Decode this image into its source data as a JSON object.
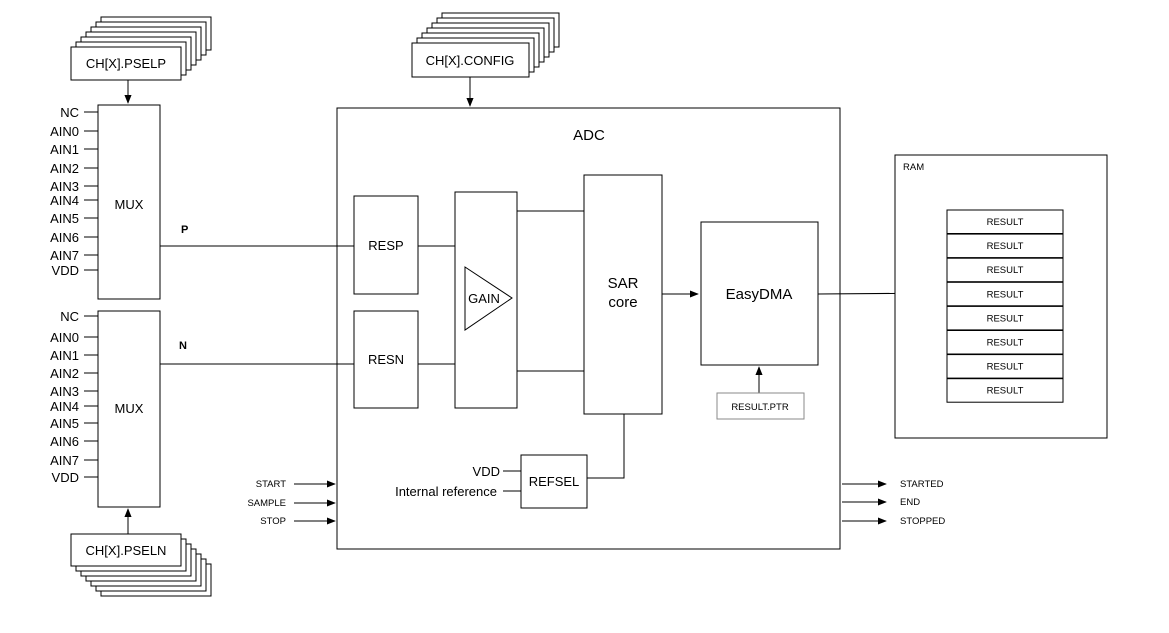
{
  "labels": {
    "pselp": "CH[X].PSELP",
    "pseln": "CH[X].PSELN",
    "config": "CH[X].CONFIG",
    "adc": "ADC",
    "mux": "MUX",
    "p": "P",
    "n": "N",
    "resp": "RESP",
    "resn": "RESN",
    "gain": "GAIN",
    "sar_line1": "SAR",
    "sar_line2": "core",
    "easydma": "EasyDMA",
    "result_ptr": "RESULT.PTR",
    "refsel": "REFSEL",
    "vdd": "VDD",
    "internal_ref": "Internal reference",
    "ram": "RAM"
  },
  "mux_inputs": [
    "NC",
    "AIN0",
    "AIN1",
    "AIN2",
    "AIN3",
    "AIN4",
    "AIN5",
    "AIN6",
    "AIN7",
    "VDD"
  ],
  "tasks": [
    "START",
    "SAMPLE",
    "STOP"
  ],
  "events": [
    "STARTED",
    "END",
    "STOPPED"
  ],
  "ram_results": [
    "RESULT",
    "RESULT",
    "RESULT",
    "RESULT",
    "RESULT",
    "RESULT",
    "RESULT",
    "RESULT"
  ]
}
